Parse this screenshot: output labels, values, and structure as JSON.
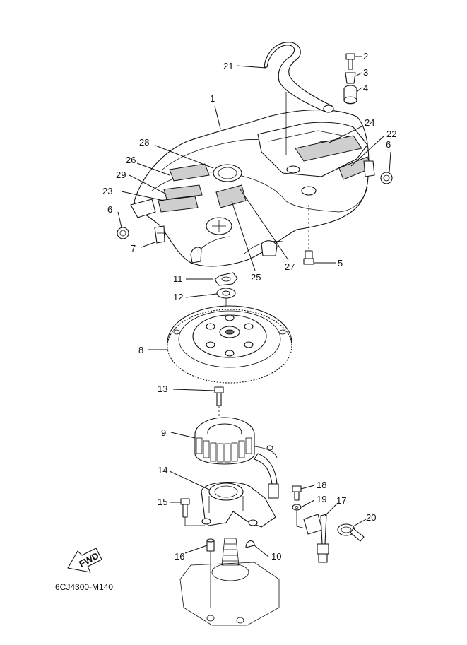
{
  "diagram_code": "6CJ4300-M140",
  "fwd_label": "FWD",
  "callouts": {
    "c1": "1",
    "c2": "2",
    "c3": "3",
    "c4": "4",
    "c5": "5",
    "c6a": "6",
    "c6b": "6",
    "c7": "7",
    "c8": "8",
    "c9": "9",
    "c10": "10",
    "c11": "11",
    "c12": "12",
    "c13": "13",
    "c14": "14",
    "c15": "15",
    "c16": "16",
    "c17": "17",
    "c18": "18",
    "c19": "19",
    "c20": "20",
    "c21": "21",
    "c22": "22",
    "c23": "23",
    "c24": "24",
    "c25": "25",
    "c26": "26",
    "c27": "27",
    "c28": "28",
    "c29": "29"
  }
}
